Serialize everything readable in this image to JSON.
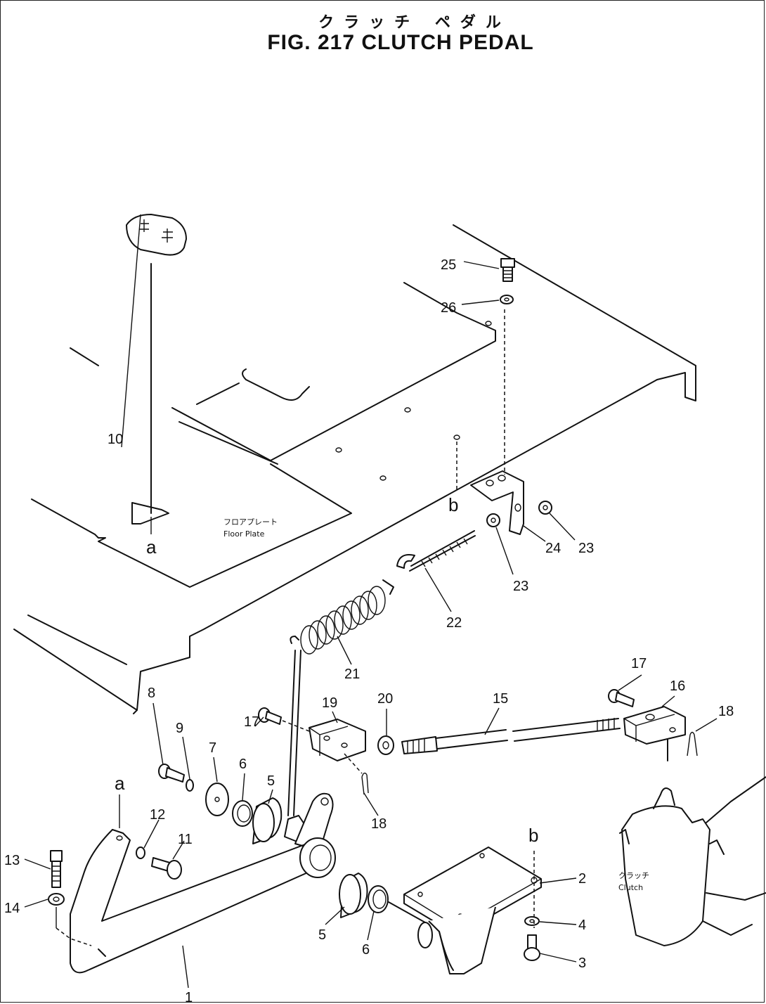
{
  "figure": {
    "title_jp": "クラッチ ペダル",
    "title_en": "FIG. 217  CLUTCH PEDAL"
  },
  "floor_label": {
    "jp": "フロアプレート",
    "en": "Floor Plate"
  },
  "clutch_label": {
    "jp": "クラッチ",
    "en": "Clutch"
  },
  "reference_letters": {
    "a": "a",
    "b": "b"
  },
  "callouts": [
    "1",
    "2",
    "3",
    "4",
    "5",
    "6",
    "7",
    "8",
    "9",
    "10",
    "11",
    "12",
    "13",
    "14",
    "15",
    "16",
    "17",
    "18",
    "19",
    "20",
    "21",
    "22",
    "23",
    "24",
    "25",
    "26"
  ]
}
